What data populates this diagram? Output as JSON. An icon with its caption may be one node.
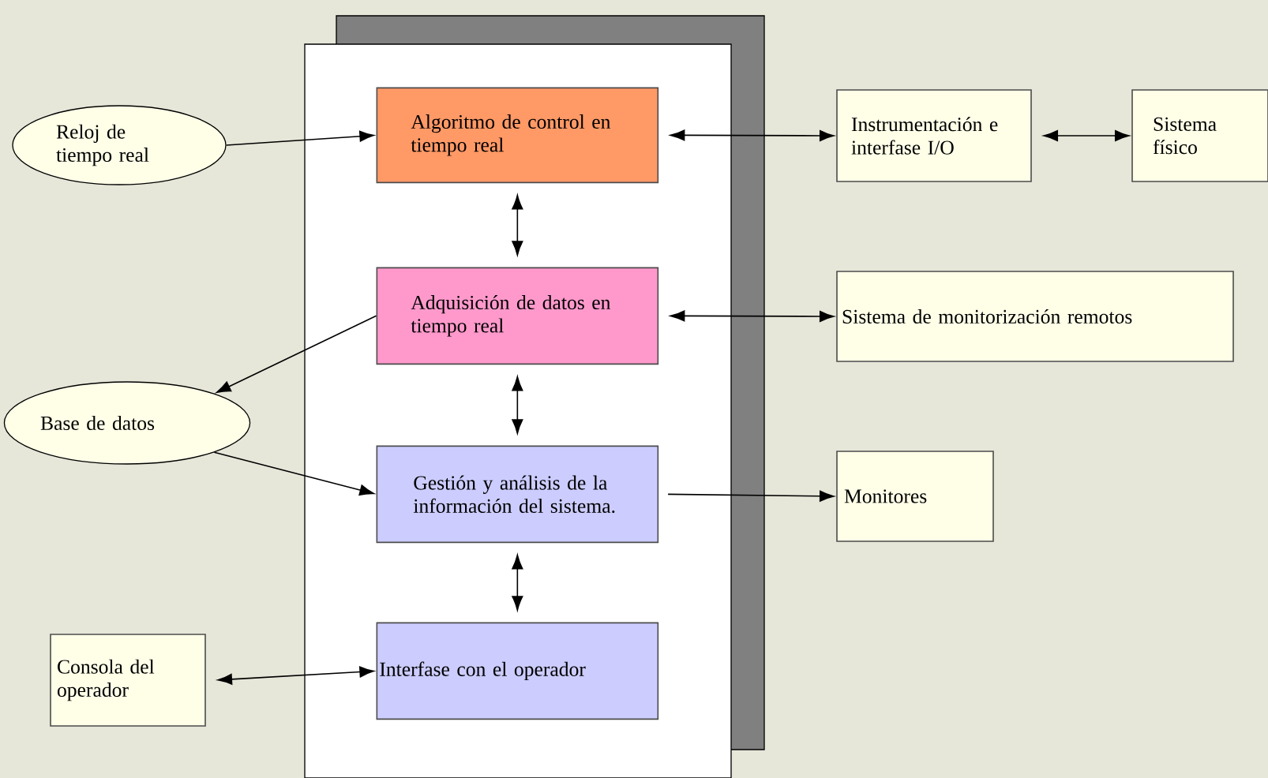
{
  "diagram": {
    "nodes": [
      {
        "text": [],
        "shape": "box"
      },
      {
        "text": [
          "Reloj de tiempo real"
        ]
      },
      {
        "text": [
          "Algoritmo de control en tiempo real"
        ],
        "in": 0
      },
      {
        "text": [
          "Instrumentación e interfase I/O"
        ]
      },
      {
        "text": [
          "Sistema físico"
        ]
      },
      {
        "text": [
          "Adquisición de datos en tiempo real"
        ],
        "in": 0
      },
      {
        "text": [
          "Sistema de monitorización remotos"
        ]
      },
      {
        "text": [
          "Base de datos"
        ]
      },
      {
        "text": [
          "Gestión y análisis de la información del sistema."
        ],
        "in": 0
      },
      {
        "text": [
          "Monitores"
        ]
      },
      {
        "text": [
          "Consola del operador"
        ]
      },
      {
        "text": [
          "Interfase con el operador"
        ],
        "in": 0
      }
    ],
    "edges": [
      {
        "from": 1,
        "to": 2,
        "arrow": "to"
      },
      {
        "from": 2,
        "to": 3,
        "arrow": "both"
      },
      {
        "from": 3,
        "to": 4,
        "arrow": "both"
      },
      {
        "from": 2,
        "to": 5,
        "arrow": "both"
      },
      {
        "from": 5,
        "to": 6,
        "arrow": "both"
      },
      {
        "from": 5,
        "to": 7,
        "arrow": "to"
      },
      {
        "from": 7,
        "to": 8,
        "arrow": "to"
      },
      {
        "from": 5,
        "to": 8,
        "arrow": "both"
      },
      {
        "from": 8,
        "to": 9,
        "arrow": "to"
      },
      {
        "from": 8,
        "to": 11,
        "arrow": "both"
      },
      {
        "from": 10,
        "to": 11,
        "arrow": "both"
      }
    ]
  }
}
